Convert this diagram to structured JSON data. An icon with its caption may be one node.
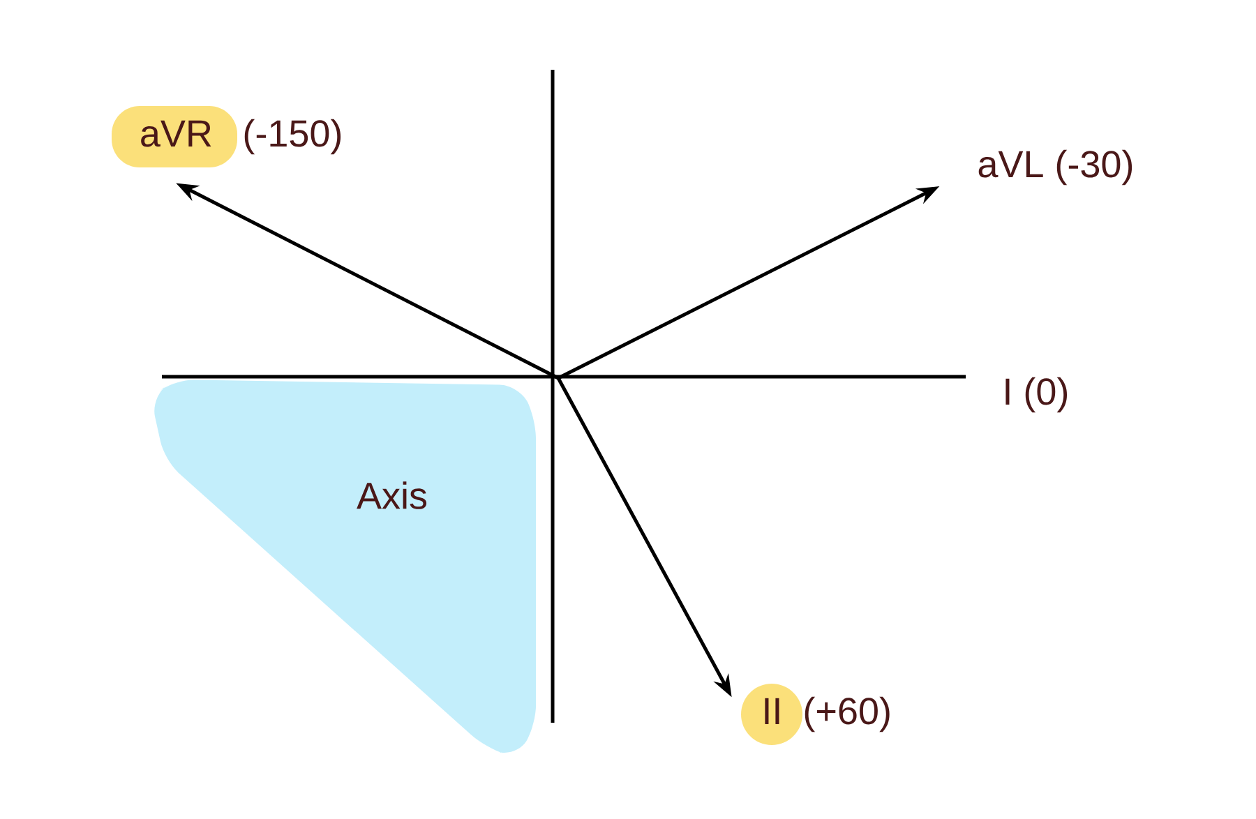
{
  "diagram": {
    "nodes": [
      {
        "text": [
          "aVR",
          "(-150)"
        ]
      },
      {
        "text": [
          "aVL (-30)"
        ]
      },
      {
        "text": [
          "II",
          "(+60)"
        ]
      },
      {
        "text": [
          "Axis"
        ]
      }
    ],
    "edges": [
      {
        "from": null,
        "to": 0,
        "arrow": "to"
      },
      {
        "from": null,
        "to": 1,
        "arrow": "to"
      },
      {
        "from": null,
        "to": 2,
        "arrow": "to"
      }
    ],
    "labels": [
      "I (0)"
    ]
  }
}
